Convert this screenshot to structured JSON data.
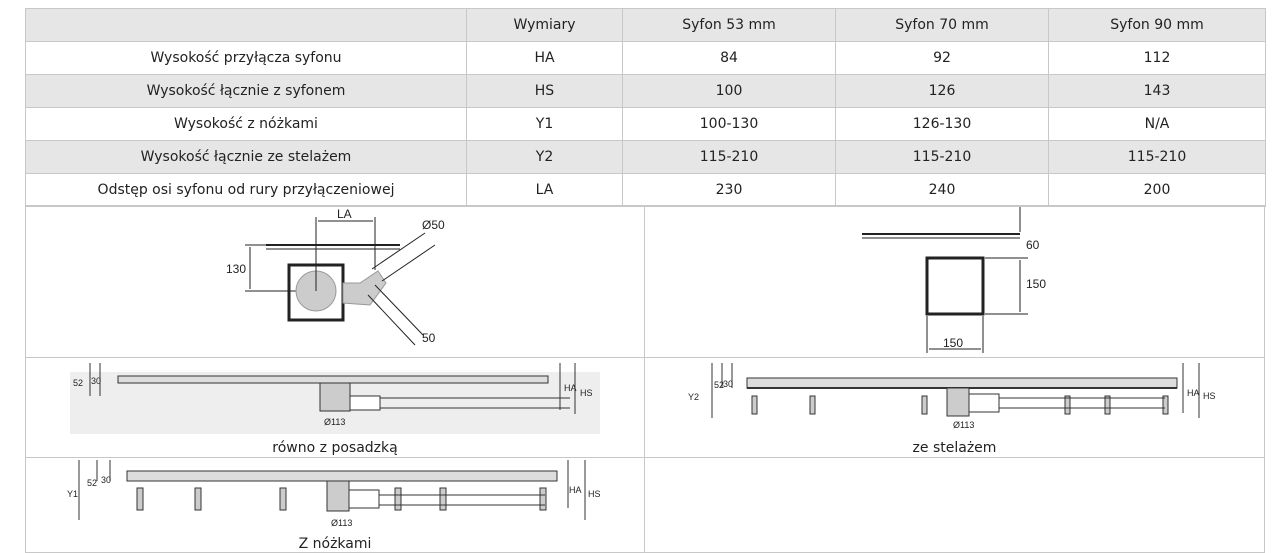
{
  "table": {
    "headers": [
      "",
      "Wymiary",
      "Syfon 53 mm",
      "Syfon 70 mm",
      "Syfon 90 mm"
    ],
    "rows": [
      [
        "Wysokość przyłącza syfonu",
        "HA",
        "84",
        "92",
        "112"
      ],
      [
        "Wysokość łącznie z syfonem",
        "HS",
        "100",
        "126",
        "143"
      ],
      [
        "Wysokość z nóżkami",
        "Y1",
        "100-130",
        "126-130",
        "N/A"
      ],
      [
        "Wysokość łącznie ze stelażem",
        "Y2",
        "115-210",
        "115-210",
        "115-210"
      ],
      [
        "Odstęp osi syfonu od rury przyłączeniowej",
        "LA",
        "230",
        "240",
        "200"
      ]
    ]
  },
  "diagrams": {
    "top_view": {
      "la": "LA",
      "d50": "Ø50",
      "h130": "130",
      "w50": "50"
    },
    "square_view": {
      "d60": "60",
      "h150": "150",
      "w150": "150"
    },
    "floor": {
      "caption": "równo z posadzką",
      "d52": "52",
      "d30": "30",
      "ha": "HA",
      "hs": "HS",
      "d113": "Ø113"
    },
    "frame": {
      "caption": "ze stelażem",
      "y2": "Y2",
      "d52": "52",
      "d30": "30",
      "ha": "HA",
      "hs": "HS",
      "d113": "Ø113"
    },
    "legs": {
      "caption": "Z nóżkami",
      "y1": "Y1",
      "d52": "52",
      "d30": "30",
      "ha": "HA",
      "hs": "HS",
      "d113": "Ø113"
    }
  }
}
